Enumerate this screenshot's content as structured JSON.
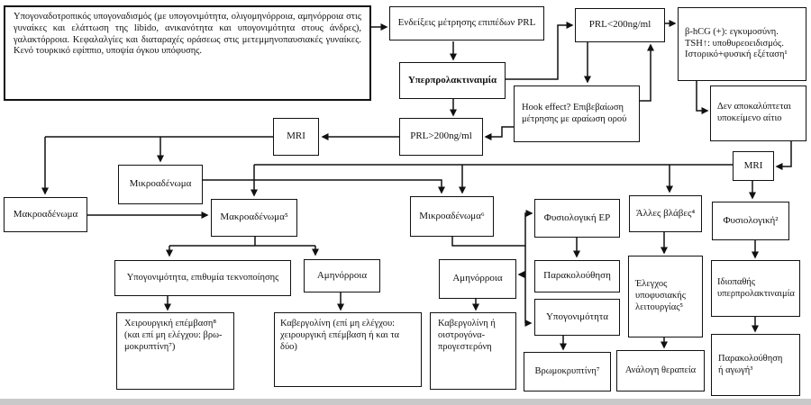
{
  "diagram": {
    "language": "Greek",
    "topic": "Hyperprolactinemia diagnostic/therapeutic algorithm",
    "colors": {
      "line": "#111111",
      "background": "#ffffff",
      "bottom_strip": "#c9c9c9"
    },
    "nodes": {
      "symptoms": {
        "text": "Υπογοναδοτροπικός υπογοναδισμός (με υπογονιμότητα, ολιγομηνόρροια, αμηνόρροια στις γυναίκες και ελάττωση της libido, ανικανότητα και υπογονιμότητα στους άνδρες), γαλακτόρροια. Κεφαλαλγίες και διαταραχές οράσεως στις μετεμμηνοπαυσιακές γυναίκες. Κενό τουρκικό εφίππιο, υποψία όγκου υπόφυσης."
      },
      "indications": {
        "text": "Ενδείξεις μέτρησης επιπέδων PRL"
      },
      "prl_low": {
        "text": "PRL<200ng/ml"
      },
      "bhcg": {
        "text": "β-hCG (+): εγκυμοσύνη.\nTSH↑: υποθυρεοειδισμός.\nΙστορικό+φυσική εξέταση¹"
      },
      "hyperprolactinemia": {
        "text": "Υπερπρολακτιναιμία"
      },
      "hook_effect": {
        "text": "Hook effect? Επιβεβαίωση μέτρησης με αραίωση ορού"
      },
      "no_underlying_cause": {
        "text": "Δεν αποκαλύπτεται\nυποκείμενο αίτιο"
      },
      "prl_high": {
        "text": "PRL>200ng/ml"
      },
      "mri_left": {
        "text": "MRI"
      },
      "mri_right": {
        "text": "MRI"
      },
      "microadenoma": {
        "text": "Μικροαδένωμα"
      },
      "macroadenoma": {
        "text": "Μακροαδένωμα"
      },
      "macroadenoma5": {
        "text": "Μακροαδένωμα⁵"
      },
      "microadenoma6": {
        "text": "Μικροαδένωμα⁶"
      },
      "normal_ep": {
        "text": "Φυσιολογική ΕΡ"
      },
      "other_lesions": {
        "text": "Άλλες βλάβες⁴"
      },
      "normal2": {
        "text": "Φυσιολογική²"
      },
      "infertility_wish": {
        "text": "Υπογονιμότητα, επιθυμία τεκνοποίησης"
      },
      "amenorrhea1": {
        "text": "Αμηνόρροια"
      },
      "amenorrhea2": {
        "text": "Αμηνόρροια"
      },
      "follow_up": {
        "text": "Παρακολούθηση"
      },
      "infertility": {
        "text": "Υπογονιμότητα"
      },
      "pituitary_function": {
        "text": "Έλεγχος\nυποφυσιακής\nλειτουργίας⁵"
      },
      "idiopathic": {
        "text": "Ιδιοπαθής\nυπερπρολακτιναιμία"
      },
      "surgery": {
        "text": "Χειρουργική επέμβαση⁸\n(και επί μη ελέγχου: βρω-\nμοκρυπτίνη⁷)"
      },
      "cabergoline1": {
        "text": "Καβεργολίνη (επί μη ελέγχου:\nχειρουργική επέμβαση ή και τα\nδύο)"
      },
      "cabergoline2": {
        "text": "Καβεργολίνη ή\nοιστρογόνα-\nπρογεστερόνη"
      },
      "bromocriptine": {
        "text": "Βρωμοκρυπτίνη⁷"
      },
      "analogous_treatment": {
        "text": "Ανάλογη θεραπεία"
      },
      "followup_or_treatment": {
        "text": "Παρακολούθηση\nή αγωγή³"
      }
    }
  }
}
